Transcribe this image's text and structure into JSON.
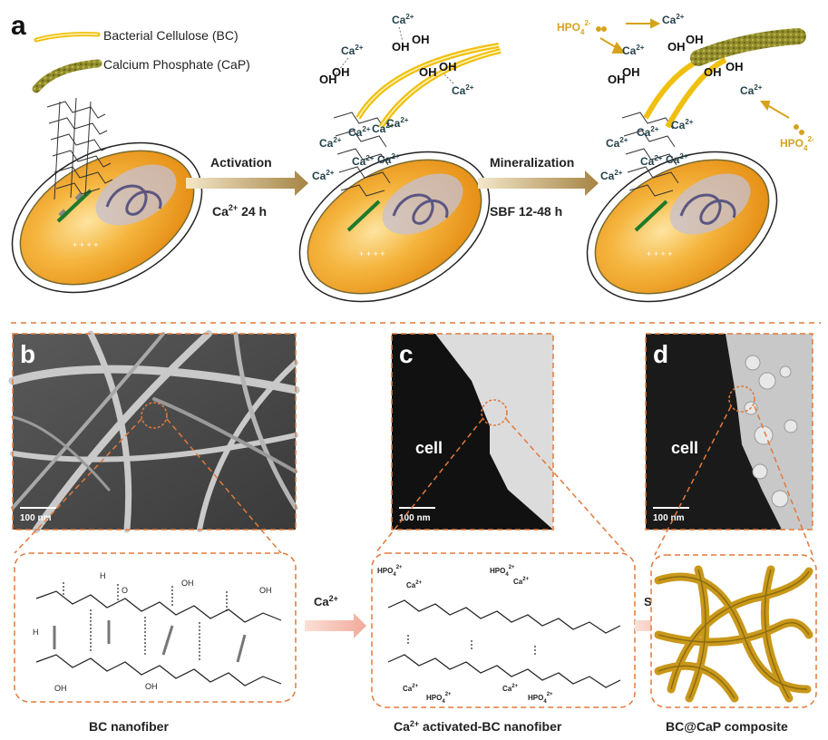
{
  "panel_a": {
    "letter": "a",
    "legend": [
      {
        "label": "Bacterial Cellulose (BC)",
        "icon": "bc-fiber-icon",
        "color": "#f0c010"
      },
      {
        "label": "Calcium Phosphate (CaP)",
        "icon": "cap-fiber-icon",
        "color": "#8f8a2a"
      }
    ],
    "arrow1": {
      "top": "Activation",
      "bottom": "24 h",
      "ion_base": "Ca",
      "ion_sup": "2+"
    },
    "arrow2": {
      "top": "Mineralization",
      "bottom": "SBF 12-48 h"
    },
    "ion_ca": "Ca",
    "ion_ca_charge": "2+",
    "hydroxyl": "OH",
    "ion_hpo_base": "HPO",
    "ion_hpo_sub": "4",
    "ion_hpo_charge": "2-",
    "colors": {
      "cell_fill": "#f2a21c",
      "arrow": "#b89a55",
      "ion_text": "#24424a",
      "hpo_text": "#d6a31c"
    }
  },
  "panel_b": {
    "letter": "b",
    "scale_bar": "100 nm",
    "caption": "BC nanofiber",
    "label_h": "H",
    "label_o": "O",
    "label_oh": "OH"
  },
  "panel_c": {
    "letter": "c",
    "cell_label": "cell",
    "scale_bar": "100 nm",
    "caption_base": "Ca",
    "caption_sup": "2+",
    "caption_rest": " activated-BC nanofiber",
    "ion_hpo": "HPO",
    "ion_hpo_sub": "4",
    "ion_hpo_charge": "2+",
    "ion_ca": "Ca",
    "ion_ca_charge": "2+"
  },
  "panel_d": {
    "letter": "d",
    "cell_label": "cell",
    "scale_bar": "100 nm",
    "caption": "BC@CaP composite"
  },
  "transitions": {
    "arrow_bc": {
      "base": "Ca",
      "sup": "2+"
    },
    "arrow_cd": {
      "label": "SBF"
    }
  },
  "colors": {
    "dashed_orange": "#e07a3c",
    "transition_arrow": "#f4b5a8",
    "composite_fiber": "#c9981a"
  }
}
